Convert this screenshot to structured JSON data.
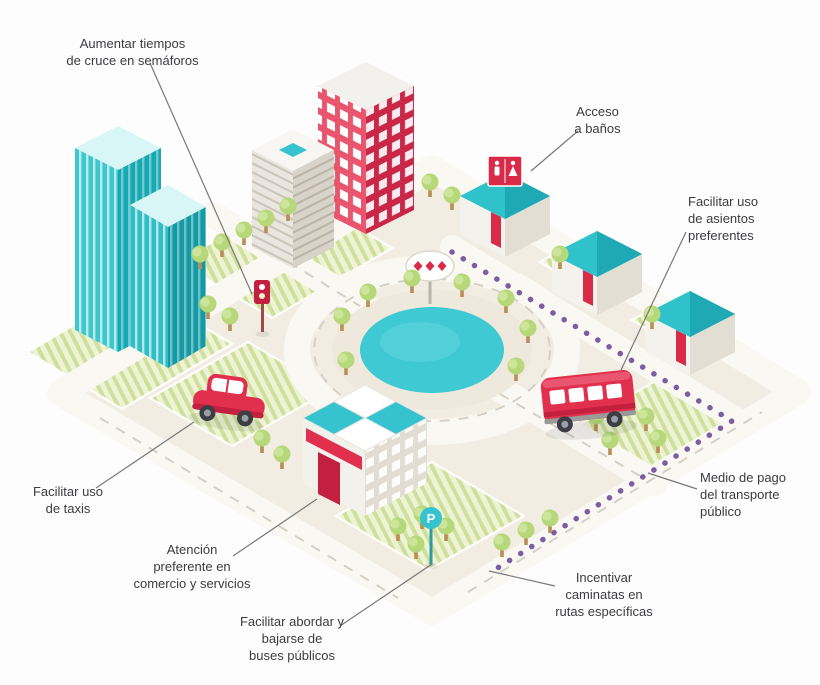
{
  "annotations": {
    "semaforos": {
      "text": "Aumentar tiempos\nde cruce en semáforos"
    },
    "banos": {
      "text": "Acceso\na baños"
    },
    "asientos": {
      "text": "Facilitar uso\nde asientos\npreferentes"
    },
    "pago": {
      "text": "Medio de pago\ndel transporte\npúblico"
    },
    "caminatas": {
      "text": "Incentivar\ncaminatas en\nrutas específicas"
    },
    "buses": {
      "text": "Facilitar abordar y\nbajarse de\nbuses públicos"
    },
    "comercio": {
      "text": "Atención\npreferente en\ncomercio y servicios"
    },
    "taxis": {
      "text": "Facilitar uso\nde taxis"
    }
  },
  "signs": {
    "bus_stop_letter": "P"
  },
  "colors": {
    "teal": "#2fc2cb",
    "teal_dark": "#149aa4",
    "red": "#e0304e",
    "red_dark": "#c2203e",
    "green": "#b6d878",
    "purple": "#7b5ea2",
    "beige": "#f2ede3",
    "text": "#3c3c40"
  }
}
